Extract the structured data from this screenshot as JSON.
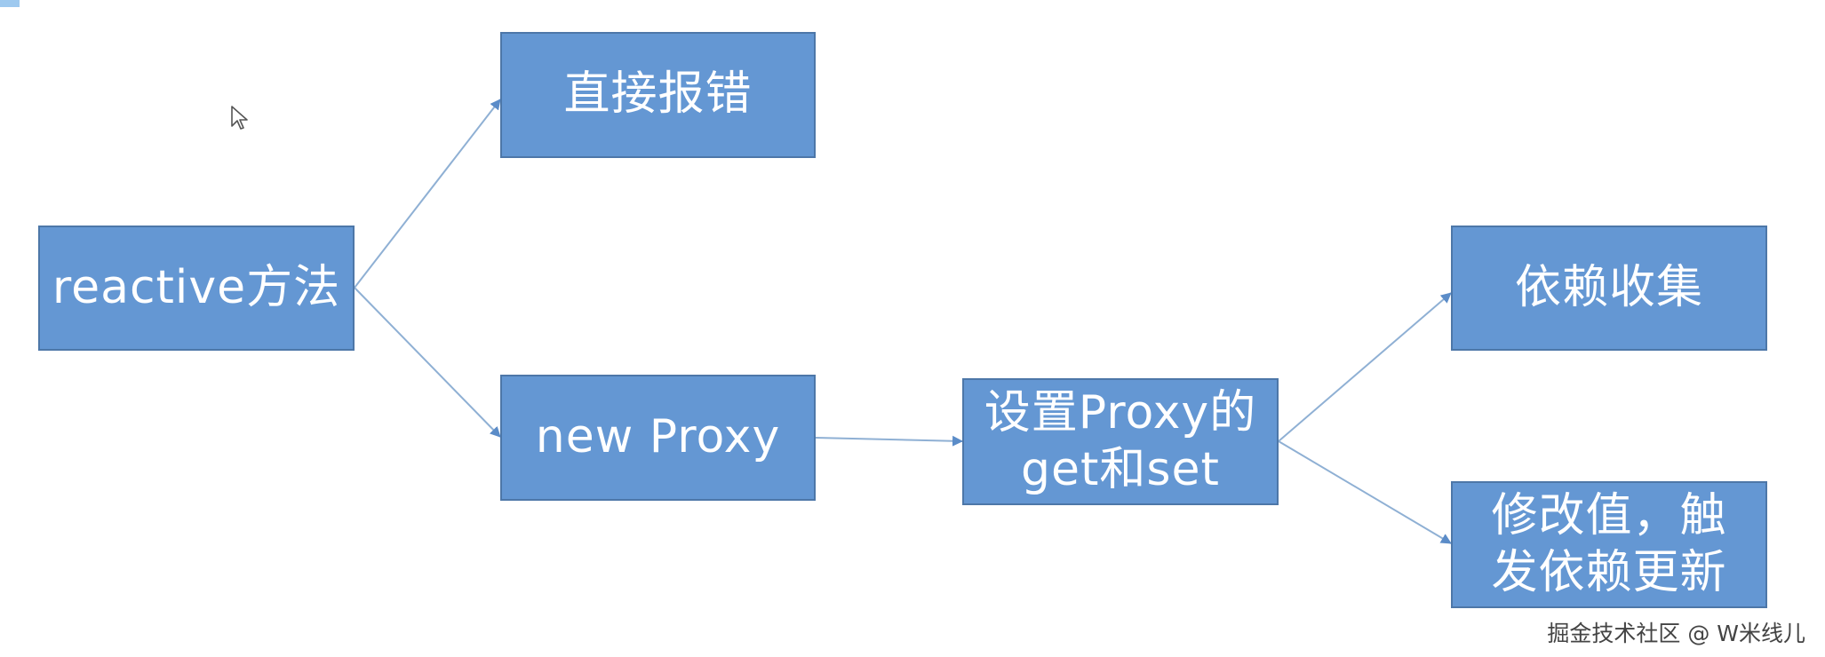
{
  "nodes": {
    "reactive": "reactive方法",
    "error": "直接报错",
    "proxy": "new Proxy",
    "getset_line1": "设置Proxy的",
    "getset_line2": "get和set",
    "collect": "依赖收集",
    "trigger_line1": "修改值，触",
    "trigger_line2": "发依赖更新"
  },
  "watermark": "掘金技术社区 @ W米线儿",
  "colors": {
    "node_fill": "#6497d3",
    "node_border": "#4d77a8",
    "edge": "#8fb0d4",
    "arrowhead": "#5b8cc8",
    "node_text": "#ffffff"
  }
}
